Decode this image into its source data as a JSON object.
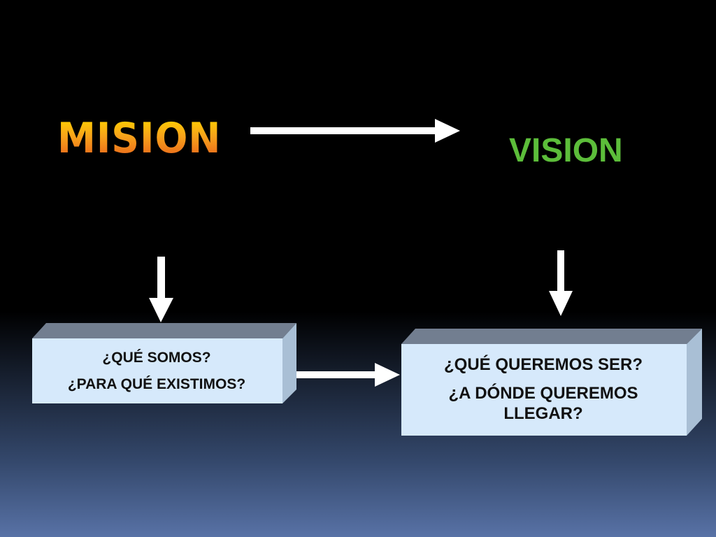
{
  "diagram": {
    "left_title": "MISION",
    "right_title": "VISION",
    "left_box": {
      "line1": "¿QUÉ SOMOS?",
      "line2": "¿PARA QUÉ EXISTIMOS?"
    },
    "right_box": {
      "line1": "¿QUÉ QUEREMOS SER?",
      "line2": "¿A DÓNDE QUEREMOS LLEGAR?"
    }
  },
  "colors": {
    "mision_gradient": [
      "#ffd200",
      "#f7a21a",
      "#e9631c"
    ],
    "vision": "#5cbd3a",
    "arrow": "#ffffff",
    "box_front": "#d6e9fb",
    "box_top": "#727e90",
    "box_side": "#a9bfd5"
  }
}
